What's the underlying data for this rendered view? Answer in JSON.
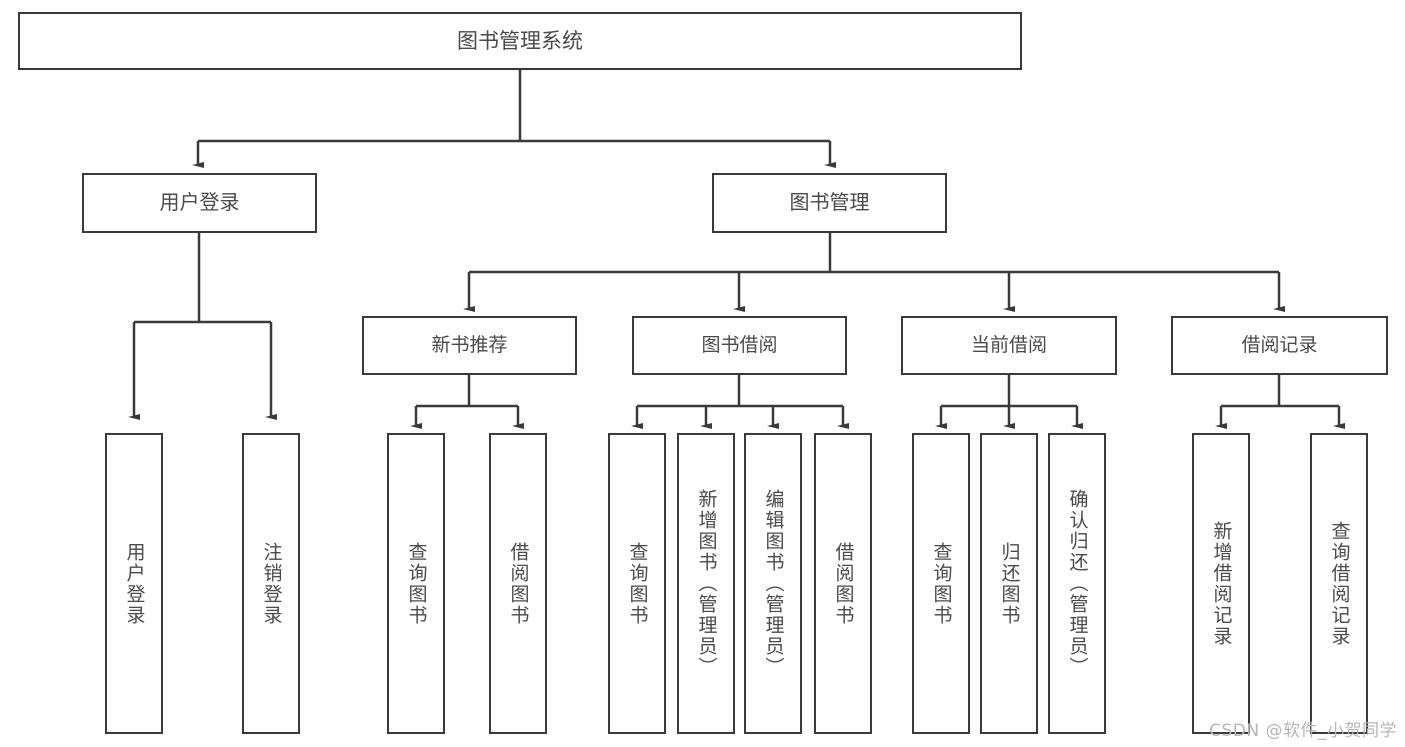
{
  "diagram": {
    "title": "图书管理系统",
    "type": "tree",
    "background_color": "#ffffff",
    "border_color": "#3a3a3a",
    "text_color": "#4a4a4a",
    "edge_color": "#3a3a3a"
  },
  "nodes": {
    "root": {
      "label": "图书管理系统"
    },
    "level1": [
      {
        "label": "用户登录"
      },
      {
        "label": "图书管理"
      }
    ],
    "level2": [
      {
        "label": "新书推荐"
      },
      {
        "label": "图书借阅"
      },
      {
        "label": "当前借阅"
      },
      {
        "label": "借阅记录"
      }
    ],
    "leaves": {
      "user_login": [
        {
          "label": "用户登录"
        },
        {
          "label": "注销登录"
        }
      ],
      "new_book_recommend": [
        {
          "label": "查询图书"
        },
        {
          "label": "借阅图书"
        }
      ],
      "book_borrow": [
        {
          "label": "查询图书"
        },
        {
          "label": "新增图书（管理员）"
        },
        {
          "label": "编辑图书（管理员）"
        },
        {
          "label": "借阅图书"
        }
      ],
      "current_borrow": [
        {
          "label": "查询图书"
        },
        {
          "label": "归还图书"
        },
        {
          "label": "确认归还（管理员）"
        }
      ],
      "borrow_record": [
        {
          "label": "新增借阅记录"
        },
        {
          "label": "查询借阅记录"
        }
      ]
    }
  },
  "watermark": {
    "text": "CSDN @软件_小贺同学"
  }
}
